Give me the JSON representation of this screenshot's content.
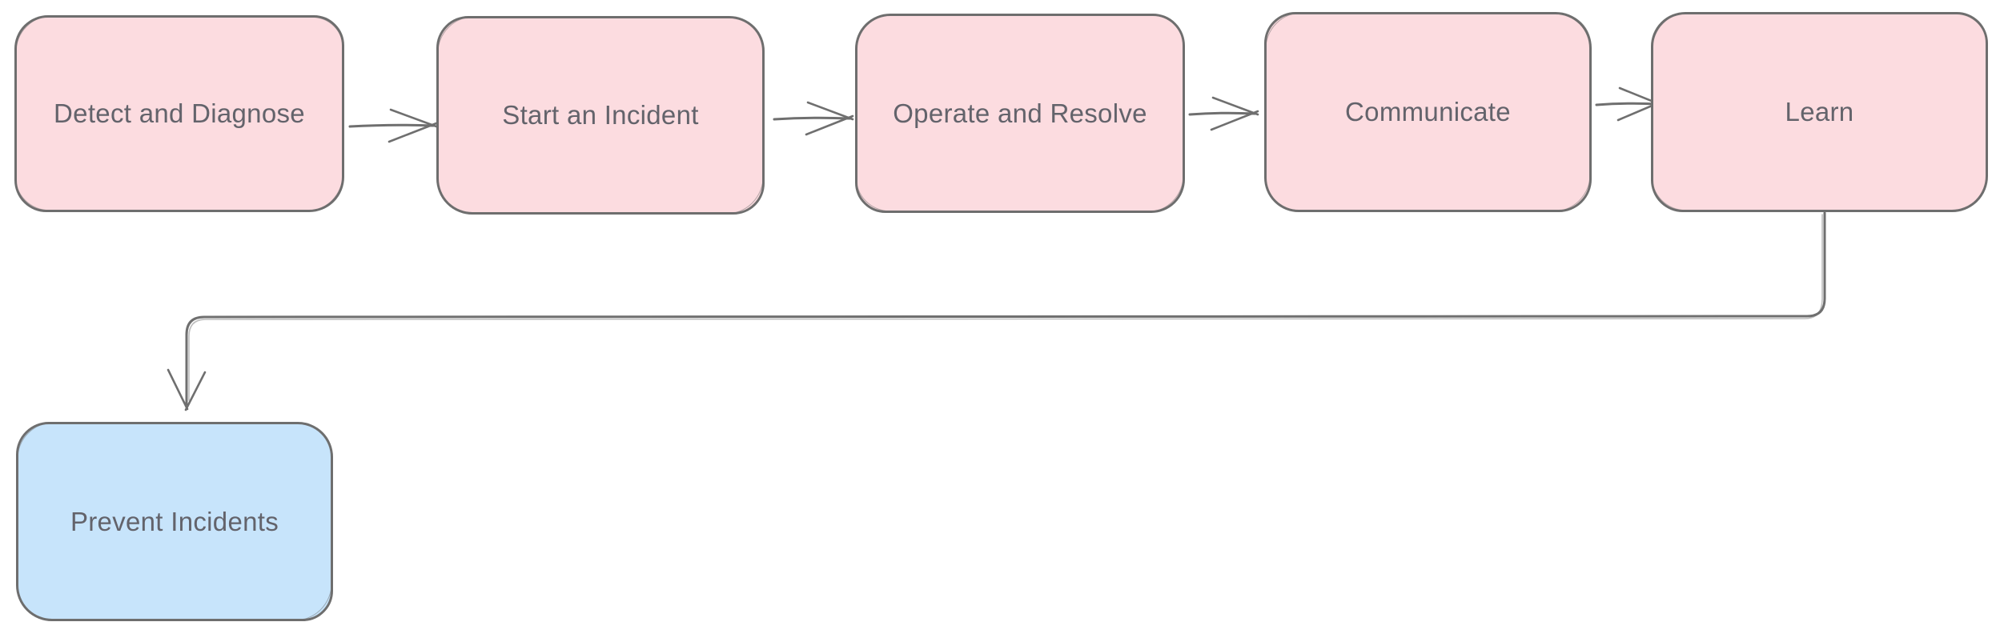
{
  "diagram": {
    "nodes": [
      {
        "label": "Detect and Diagnose",
        "kind": "process"
      },
      {
        "label": "Start an Incident",
        "kind": "process"
      },
      {
        "label": "Operate and Resolve",
        "kind": "process"
      },
      {
        "label": "Communicate",
        "kind": "process"
      },
      {
        "label": "Learn",
        "kind": "process"
      },
      {
        "label": "Prevent Incidents",
        "kind": "highlight"
      }
    ],
    "edges": [
      {
        "from": "Detect and Diagnose",
        "to": "Start an Incident"
      },
      {
        "from": "Start an Incident",
        "to": "Operate and Resolve"
      },
      {
        "from": "Operate and Resolve",
        "to": "Communicate"
      },
      {
        "from": "Communicate",
        "to": "Learn"
      },
      {
        "from": "Learn",
        "to": "Prevent Incidents"
      }
    ]
  },
  "colors": {
    "process_fill": "#fcdce0",
    "process_stroke": "#6e6e6e",
    "highlight_fill": "#c7e4fb",
    "highlight_stroke": "#6e6e6e",
    "connector": "#6f6f6f",
    "label_text": "#63636b",
    "canvas_bg": "#ffffff"
  }
}
